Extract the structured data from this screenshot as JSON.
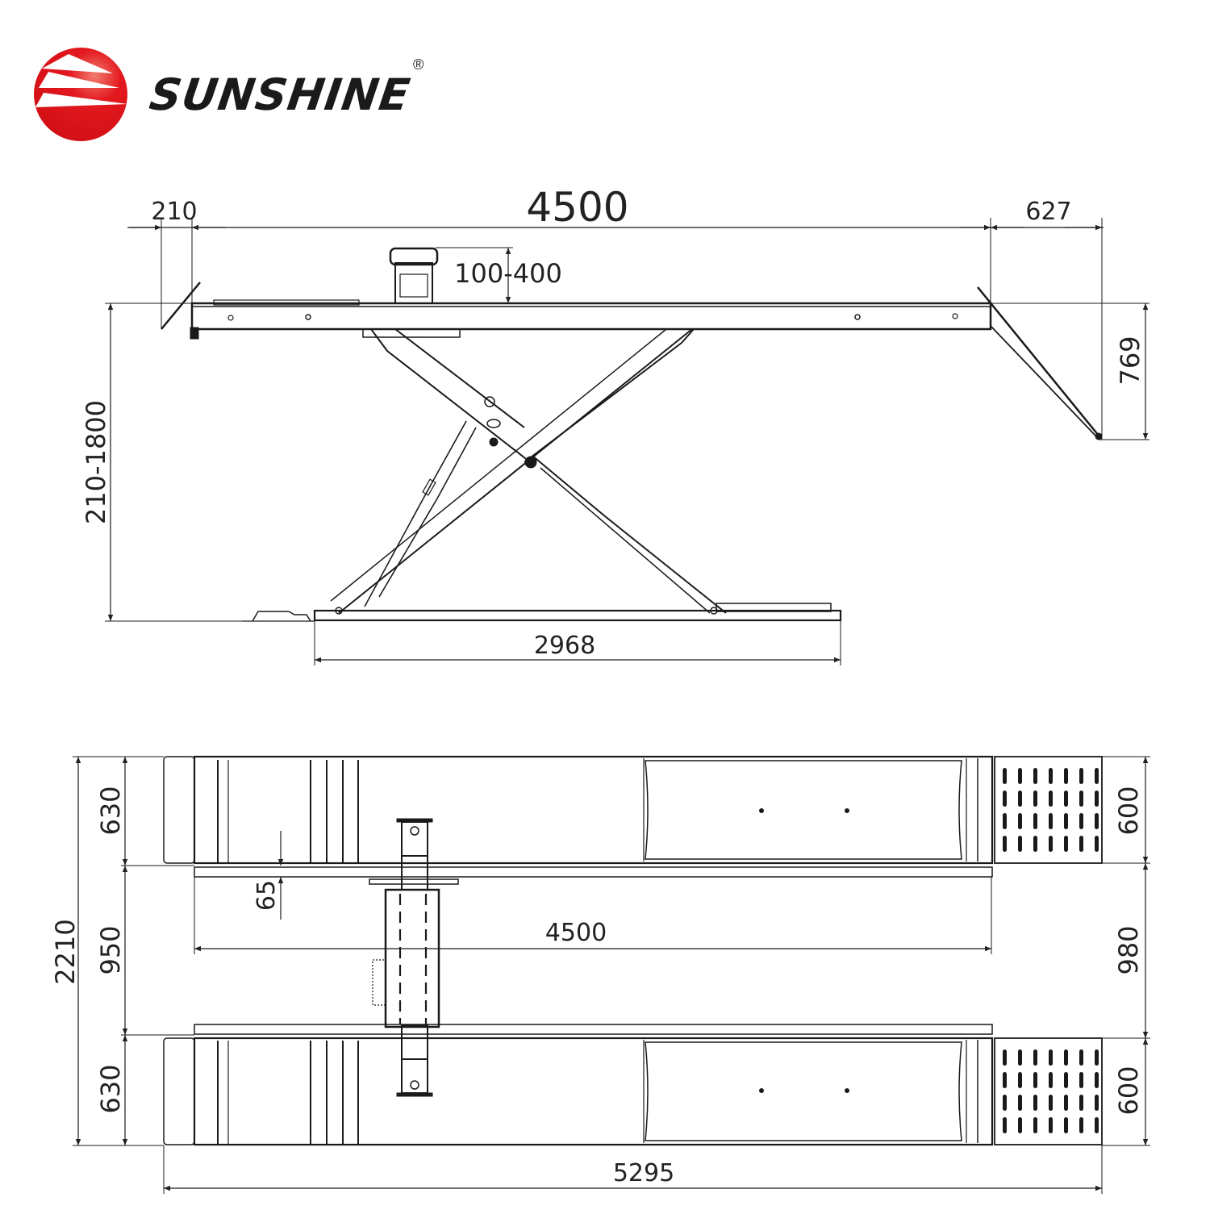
{
  "brand": {
    "name": "SUNSHINE",
    "registered_mark": "®",
    "logo_color": "#e0161b"
  },
  "side_view": {
    "dimensions": {
      "front_ramp_offset": "210",
      "platform_length": "4500",
      "rear_ramp_length": "627",
      "lift_height_range": "210-1800",
      "jack_stroke": "100-400",
      "rear_ramp_height": "769",
      "base_length": "2968"
    }
  },
  "top_view": {
    "dimensions": {
      "overall_width": "2210",
      "platform_width_top": "630",
      "inner_gap": "950",
      "platform_width_bottom": "630",
      "rail_width": "65",
      "platform_length": "4500",
      "ramp_width_top": "600",
      "ramp_gap": "980",
      "ramp_width_bottom": "600",
      "overall_length": "5295"
    }
  }
}
